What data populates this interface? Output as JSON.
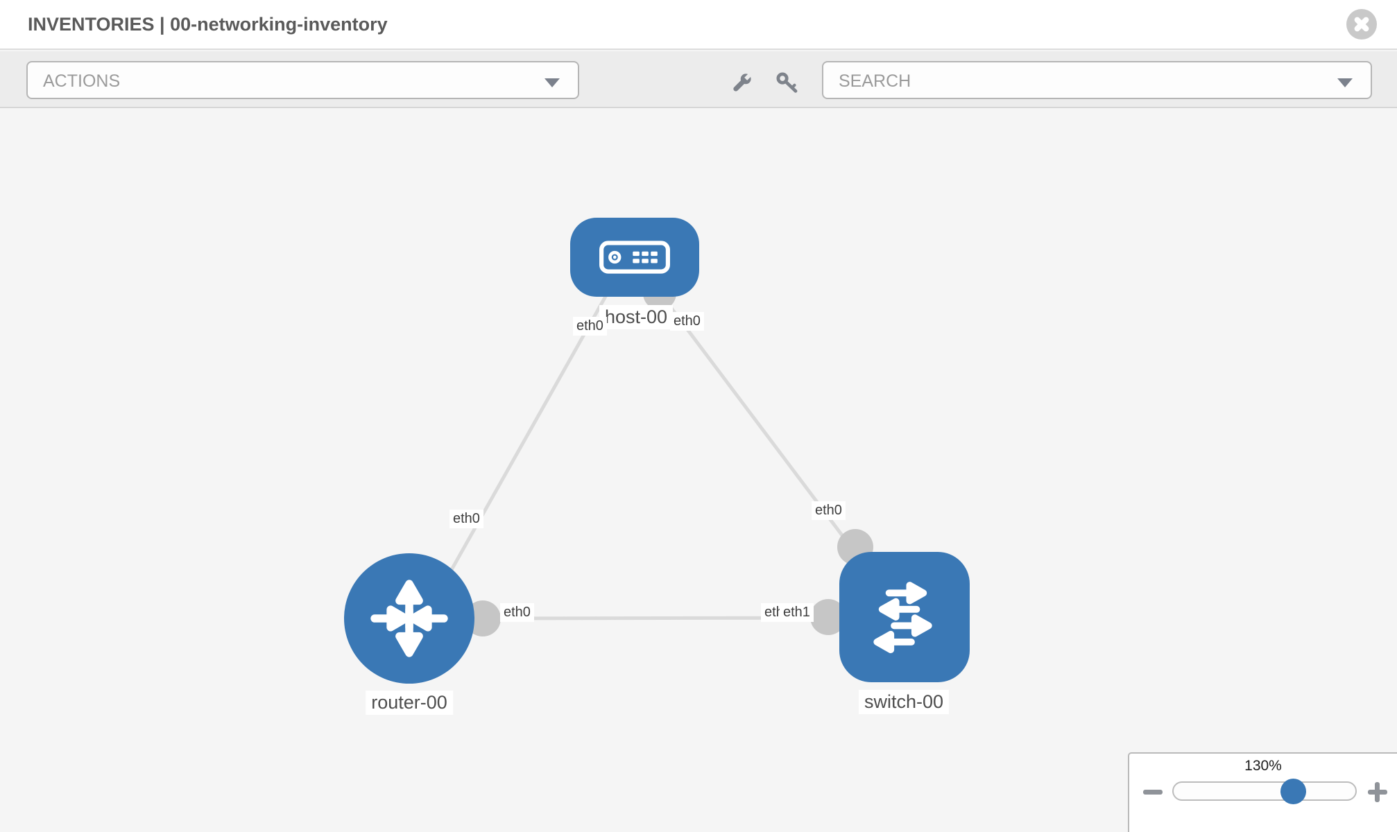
{
  "header": {
    "title": "INVENTORIES | 00-networking-inventory"
  },
  "toolbar": {
    "actions_dropdown": {
      "label": "ACTIONS"
    },
    "search_dropdown": {
      "placeholder": "SEARCH"
    },
    "icons": [
      "wrench-icon",
      "key-icon"
    ]
  },
  "canvas": {
    "nodes": [
      {
        "id": "host-00",
        "type": "host",
        "label": "host-00"
      },
      {
        "id": "router-00",
        "type": "router",
        "label": "router-00"
      },
      {
        "id": "switch-00",
        "type": "switch",
        "label": "switch-00"
      }
    ],
    "links": [
      {
        "from": "host-00",
        "to": "router-00",
        "from_label": "eth0",
        "to_label": "eth0"
      },
      {
        "from": "host-00",
        "to": "switch-00",
        "from_label": "eth0",
        "to_label": "eth0"
      },
      {
        "from": "router-00",
        "to": "switch-00",
        "from_label": "eth0",
        "to_label": "eth1",
        "overlapped_label": "eth0"
      }
    ]
  },
  "zoom_control": {
    "level": "130%"
  },
  "colors": {
    "node_blue": "#3a78b5",
    "link_line": "#dadada",
    "connector": "#c6c6c6",
    "toolbar_bg": "#ececec",
    "canvas_bg": "#f5f5f5"
  }
}
